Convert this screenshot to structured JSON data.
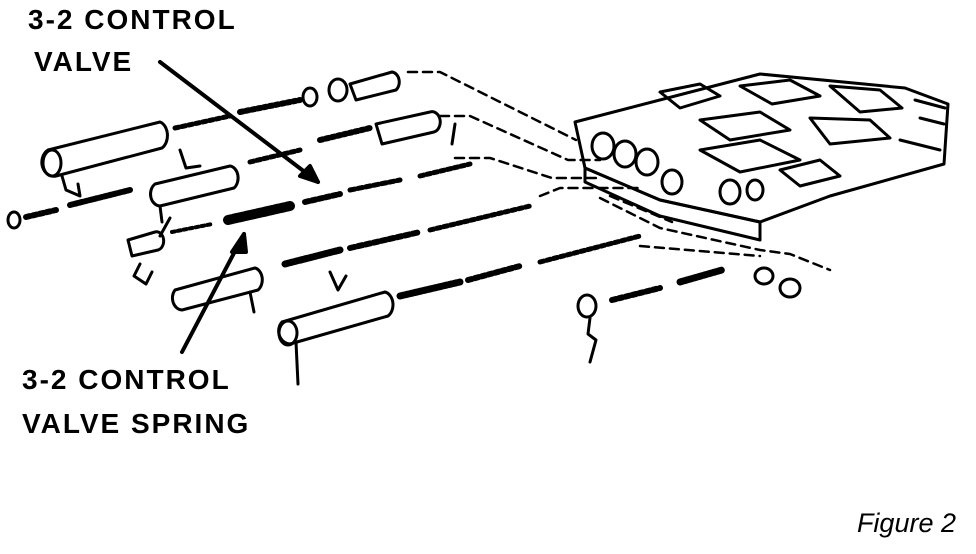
{
  "labels": {
    "control_valve_line1": "3-2 CONTROL",
    "control_valve_line2": "VALVE",
    "control_spring_line1": "3-2 CONTROL",
    "control_spring_line2": "VALVE SPRING"
  },
  "caption": "Figure 2",
  "colors": {
    "ink": "#000000",
    "paper": "#ffffff"
  }
}
